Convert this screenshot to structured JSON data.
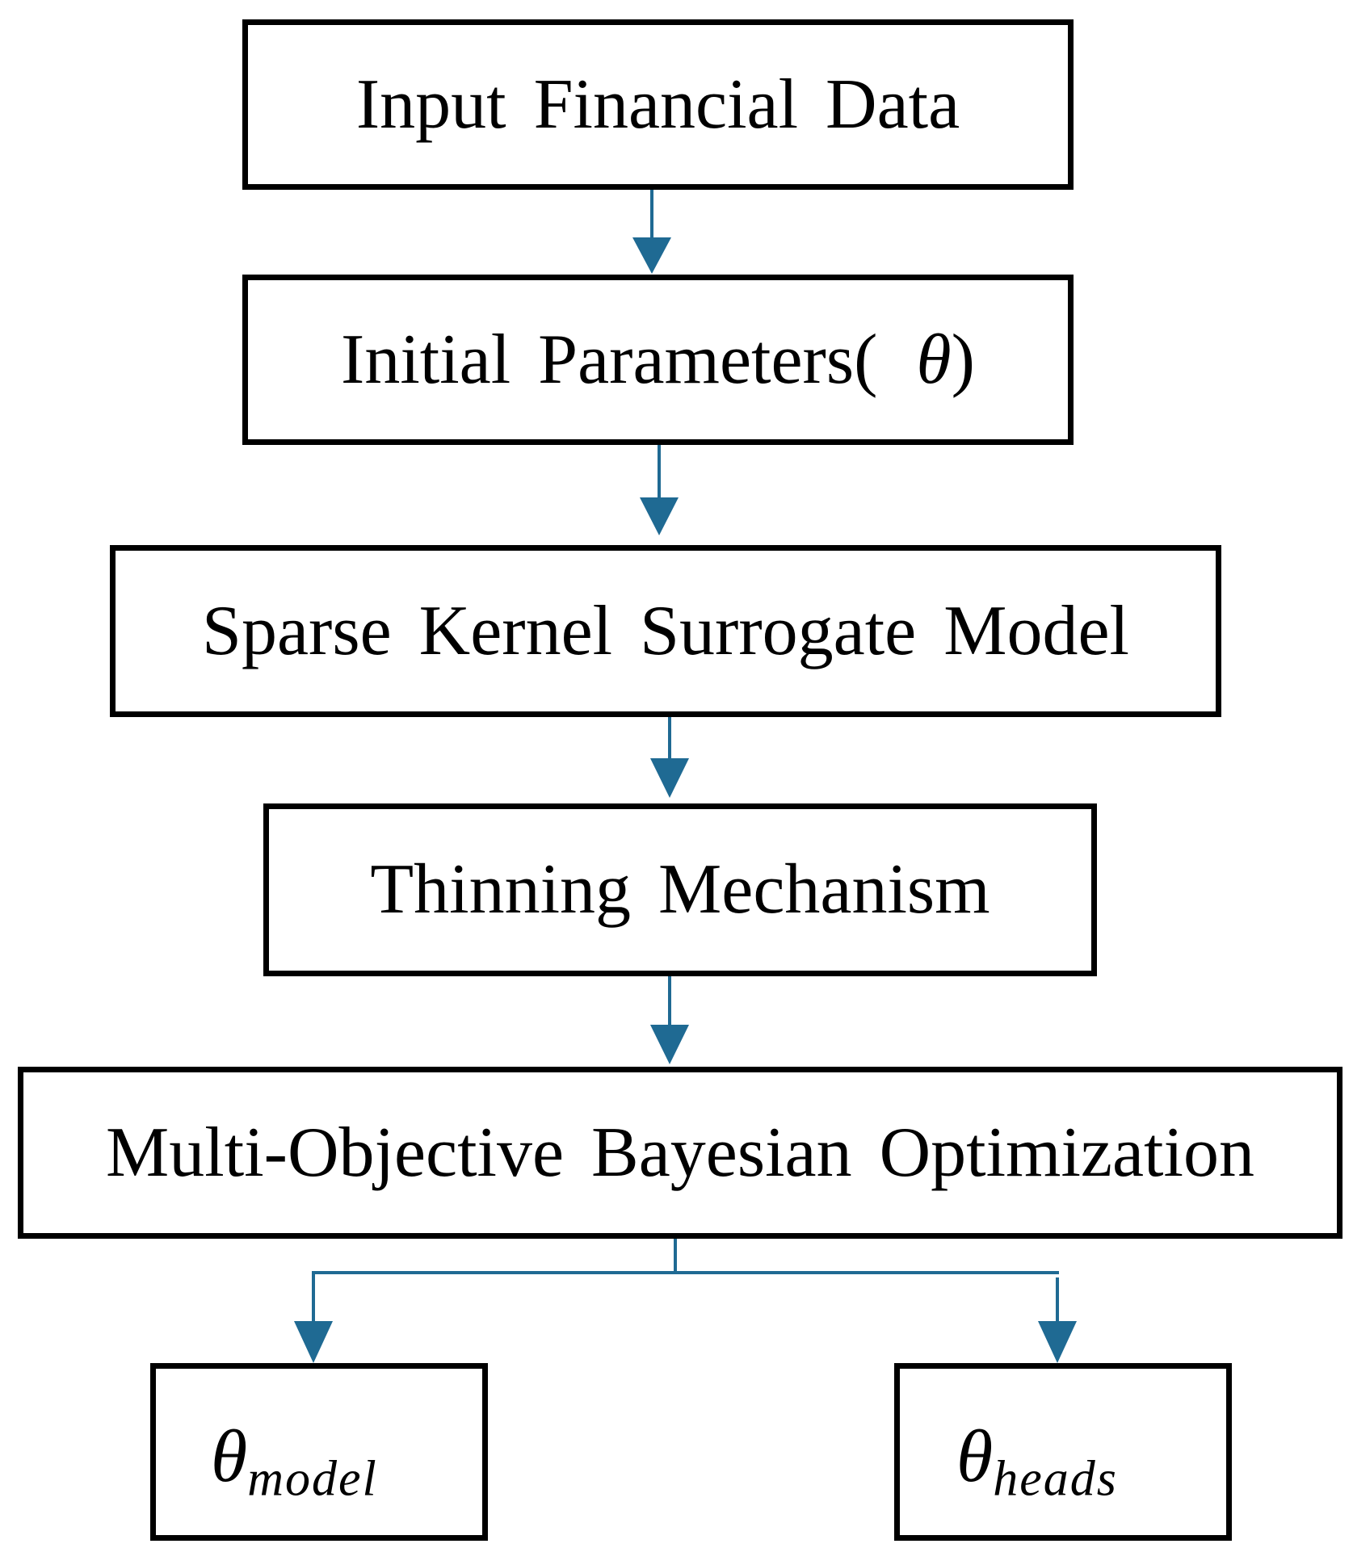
{
  "colors": {
    "box_border": "#000000",
    "arrow": "#1f6a93",
    "background": "#ffffff"
  },
  "nodes": {
    "input": {
      "label": "Input Financial Data"
    },
    "params": {
      "label_prefix": "Initial Parameters(",
      "label_symbol": "θ",
      "label_suffix": ")"
    },
    "surrogate": {
      "label": "Sparse Kernel Surrogate Model"
    },
    "thinning": {
      "label": "Thinning Mechanism"
    },
    "mobo": {
      "label": "Multi-Objective Bayesian Optimization"
    },
    "theta_model": {
      "symbol": "θ",
      "subscript": "model"
    },
    "theta_heads": {
      "symbol": "θ",
      "subscript": "heads"
    }
  },
  "edges": [
    {
      "from": "input",
      "to": "params"
    },
    {
      "from": "params",
      "to": "surrogate"
    },
    {
      "from": "surrogate",
      "to": "thinning"
    },
    {
      "from": "thinning",
      "to": "mobo"
    },
    {
      "from": "mobo",
      "to": "theta_model"
    },
    {
      "from": "mobo",
      "to": "theta_heads"
    }
  ]
}
